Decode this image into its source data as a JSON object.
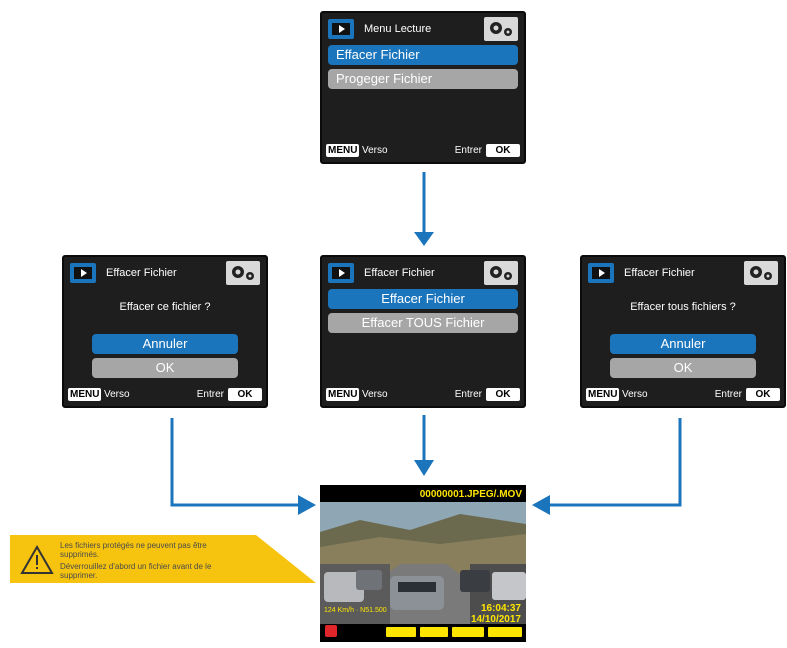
{
  "colors": {
    "accent_blue": "#1b75bc",
    "arrow_blue": "#1b75bc",
    "grey_item": "#a6a6a6",
    "warning_yellow": "#f6c40f",
    "lock_red": "#e0262b"
  },
  "icons": {
    "playback": "playback-mode-icon",
    "settings": "gear-icon",
    "warning": "warning-triangle-icon",
    "lock": "lock-icon"
  },
  "screens": {
    "menu_lecture": {
      "title": "Menu Lecture",
      "items": [
        "Effacer Fichier",
        "Progeger Fichier"
      ],
      "menu_key": "MENU",
      "verso": "Verso",
      "entrer": "Entrer",
      "ok_key": "OK"
    },
    "effacer_center": {
      "title": "Effacer Fichier",
      "items": [
        "Effacer Fichier",
        "Effacer TOUS Fichier"
      ],
      "menu_key": "MENU",
      "verso": "Verso",
      "entrer": "Entrer",
      "ok_key": "OK"
    },
    "effacer_left": {
      "title": "Effacer Fichier",
      "question": "Effacer ce fichier ?",
      "options": [
        "Annuler",
        "OK"
      ],
      "menu_key": "MENU",
      "verso": "Verso",
      "entrer": "Entrer",
      "ok_key": "OK"
    },
    "effacer_right": {
      "title": "Effacer Fichier",
      "question": "Effacer tous fichiers ?",
      "options": [
        "Annuler",
        "OK"
      ],
      "menu_key": "MENU",
      "verso": "Verso",
      "entrer": "Entrer",
      "ok_key": "OK"
    },
    "playback": {
      "filename": "00000001.JPEG/.MOV",
      "time": "16:04:37",
      "date": "14/10/2017",
      "speed": "124 Km/h · N51.500"
    }
  },
  "warning": {
    "line1": "Les fichiers protégés ne peuvent pas être supprimés.",
    "line2": "Déverrouillez d'abord un fichier avant de le supprimer."
  }
}
